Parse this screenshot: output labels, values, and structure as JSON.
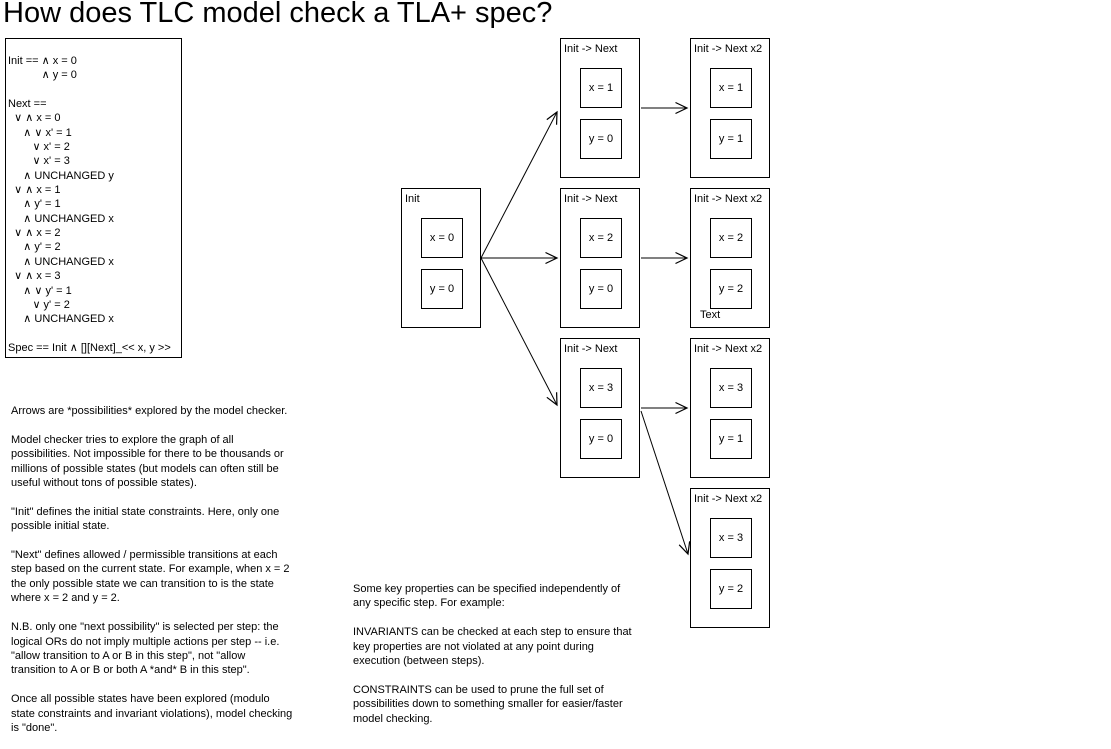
{
  "page": {
    "title": "How does TLC model check a TLA+ spec?"
  },
  "colors": {
    "background": "#ffffff",
    "ink": "#000000"
  },
  "spec_box": {
    "code": "Init == ∧ x = 0\n           ∧ y = 0\n\nNext ==\n  ∨ ∧ x = 0\n     ∧ ∨ x' = 1\n        ∨ x' = 2\n        ∨ x' = 3\n     ∧ UNCHANGED y\n  ∨ ∧ x = 1\n     ∧ y' = 1\n     ∧ UNCHANGED x\n  ∨ ∧ x = 2\n     ∧ y' = 2\n     ∧ UNCHANGED x\n  ∨ ∧ x = 3\n     ∧ ∨ y' = 1\n        ∨ y' = 2\n     ∧ UNCHANGED x\n\nSpec == Init ∧ [][Next]_<< x, y >>"
  },
  "diagram": {
    "nodes": [
      {
        "id": "init",
        "label": "Init",
        "values": [
          "x = 0",
          "y = 0"
        ]
      },
      {
        "id": "n1",
        "label": "Init -> Next",
        "values": [
          "x = 1",
          "y = 0"
        ]
      },
      {
        "id": "n2",
        "label": "Init -> Next",
        "values": [
          "x = 2",
          "y = 0"
        ]
      },
      {
        "id": "n3",
        "label": "Init -> Next",
        "values": [
          "x = 3",
          "y = 0"
        ]
      },
      {
        "id": "x1",
        "label": "Init -> Next x2",
        "values": [
          "x = 1",
          "y = 1"
        ]
      },
      {
        "id": "x2",
        "label": "Init -> Next x2",
        "values": [
          "x = 2",
          "y = 2"
        ],
        "footnote": "Text"
      },
      {
        "id": "x3",
        "label": "Init -> Next x2",
        "values": [
          "x = 3",
          "y = 1"
        ]
      },
      {
        "id": "x4",
        "label": "Init -> Next x2",
        "values": [
          "x = 3",
          "y = 2"
        ]
      }
    ],
    "edges": [
      {
        "from": "init",
        "to": "n1"
      },
      {
        "from": "init",
        "to": "n2"
      },
      {
        "from": "init",
        "to": "n3"
      },
      {
        "from": "n1",
        "to": "x1"
      },
      {
        "from": "n2",
        "to": "x2"
      },
      {
        "from": "n3",
        "to": "x3"
      },
      {
        "from": "n3",
        "to": "x4"
      }
    ]
  },
  "notes_left": {
    "text": "Arrows are *possibilities* explored by the model checker.\n\nModel checker tries to explore the graph of all\npossibilities. Not impossible for there to be thousands or\nmillions of possible states (but models can often still be\nuseful without tons of possible states).\n\n\"Init\" defines the initial state constraints. Here, only one\npossible initial state.\n\n\"Next\" defines allowed / permissible transitions at each\nstep based on the current state. For example, when x = 2\nthe only possible state we can transition to is the state\nwhere x = 2 and y = 2.\n\nN.B. only one \"next possibility\" is selected per step: the\nlogical ORs do not imply multiple actions per step -- i.e.\n\"allow transition to A or B in this step\", not \"allow\ntransition to A or B or both A *and* B in this step\".\n\nOnce all possible states have been explored (modulo\nstate constraints and invariant violations), model checking\nis \"done\"."
  },
  "notes_middle": {
    "text": "Some key properties can be specified independently of\nany specific step. For example:\n\nINVARIANTS can be checked at each step to ensure that\nkey properties are not violated at any point during\nexecution (between steps).\n\nCONSTRAINTS can be used to prune the full set of\npossibilities down to something smaller for easier/faster\nmodel checking."
  }
}
